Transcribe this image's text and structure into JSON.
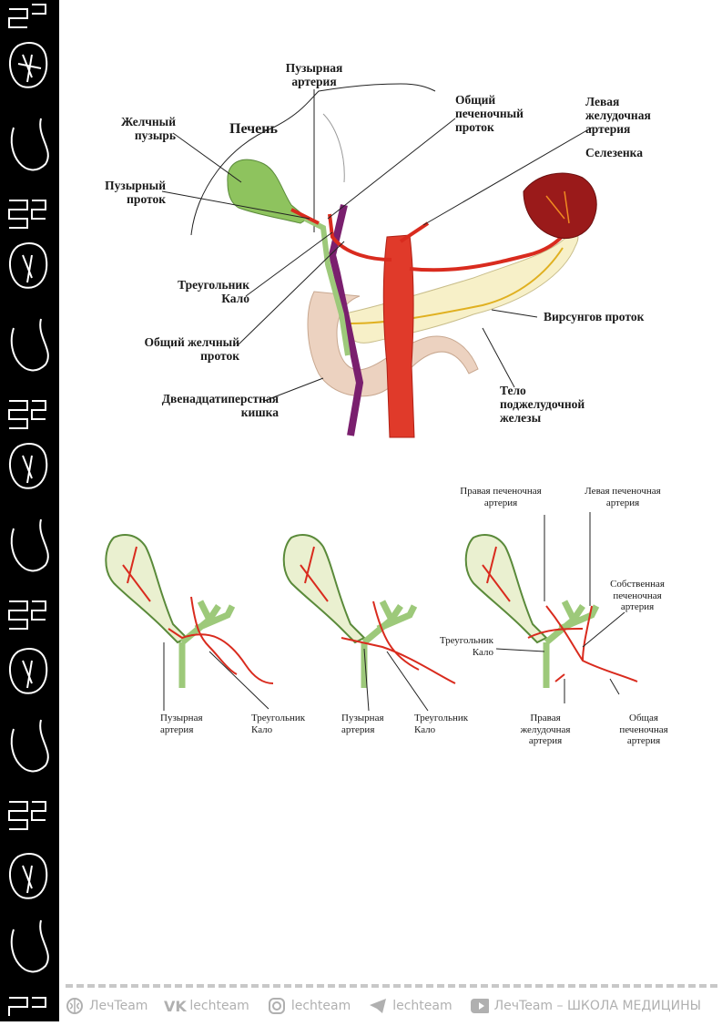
{
  "top_diagram": {
    "liver": "Печень",
    "cystic_artery": "Пузырная\nартерия",
    "gallbladder": "Желчный\nпузырь",
    "common_hepatic_duct": "Общий\nпеченочный\nпроток",
    "left_gastric_artery": "Левая\nжелудочная\nартерия",
    "spleen": "Селезенка",
    "cystic_duct": "Пузырный\nпроток",
    "calot_triangle": "Треугольник\nКало",
    "wirsung_duct": "Вирсунгов проток",
    "common_bile_duct": "Общий желчный\nпроток",
    "duodenum": "Двенадцатиперстная\nкишка",
    "pancreas_body": "Тело\nподжелудочной\nжелезы"
  },
  "bottom_diagrams": {
    "d1_cystic_artery": "Пузырная\nартерия",
    "d1_calot": "Треугольник\nКало",
    "d2_cystic_artery": "Пузырная\nартерия",
    "d2_calot": "Треугольник\nКало",
    "d3_right_hepatic": "Правая печеночная\nартерия",
    "d3_left_hepatic": "Левая печеночная\nартерия",
    "d3_proper_hepatic": "Собственная\nпеченочная\nартерия",
    "d3_calot": "Треугольник\nКало",
    "d3_right_gastric": "Правая\nжелудочная\nартерия",
    "d3_common_hepatic": "Общая\nпеченочная\nартерия"
  },
  "footer": {
    "brand1": "ЛечTeam",
    "vk": "lechteam",
    "instagram": "lechteam",
    "telegram": "lechteam",
    "youtube": "ЛечTeam – ШКОЛА МЕДИЦИНЫ"
  },
  "colors": {
    "artery": "#d92b1e",
    "vein": "#7a1f6e",
    "duct": "#9dc97a",
    "pancreas": "#f7f0c8",
    "spleen": "#9a1a1a"
  }
}
